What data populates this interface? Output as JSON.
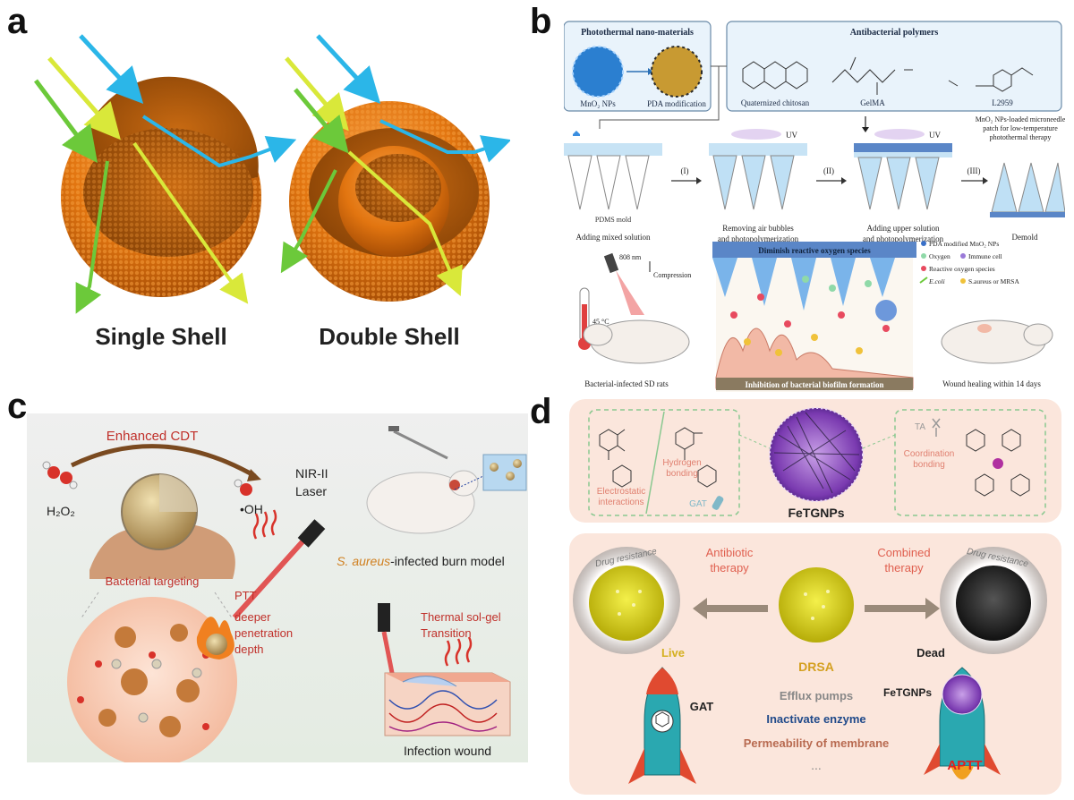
{
  "panel_a": {
    "letter": "a",
    "single_label": "Single Shell",
    "double_label": "Double Shell"
  },
  "panel_b": {
    "letter": "b",
    "box1_title": "Photothermal nano-materials",
    "box1_np": "MnO₂ NPs",
    "box1_pda": "PDA modification",
    "box2_title": "Antibacterial polymers",
    "polymer1": "Quaternized chitosan",
    "polymer2": "GelMA",
    "polymer3": "L2959",
    "uv1": "UV",
    "uv2": "UV",
    "step1": "(I)",
    "step2": "(II)",
    "step3": "(III)",
    "mold": "PDMS mold",
    "cap1": "Adding mixed solution",
    "cap2a": "Removing air bubbles",
    "cap2b": "and photopolymerization",
    "cap3a": "Adding upper solution",
    "cap3b": "and photopolymerization",
    "cap4": "Demold",
    "patch_a": "MnO₂ NPs-loaded microneedle",
    "patch_b": "patch for low-temperature",
    "patch_c": "photothermal therapy",
    "diminish": "Diminish reactive oxygen species",
    "inhibition": "Inhibition of bacterial biofilm formation",
    "laser": "808 nm",
    "compression": "Compression",
    "temp": "45 °C",
    "rats": "Bacterial-infected SD rats",
    "healing": "Wound healing within 14 days",
    "legend": [
      "PDA modified MnO₂ NPs",
      "Oxygen",
      "Immune cell",
      "Reactive oxygen species",
      "E.coli",
      "S.aureus or MRSA"
    ]
  },
  "panel_c": {
    "letter": "c",
    "cdt": "Enhanced CDT",
    "h2o2": "H₂O₂",
    "oh": "•OH",
    "nir1": "NIR-II",
    "nir2": "Laser",
    "targeting": "Bacterial targeting",
    "ptt": "PTT",
    "deeper1": "deeper",
    "deeper2": "penetration",
    "deeper3": "depth",
    "model_italic": "S. aureus",
    "model_rest": "-infected burn model",
    "solgel1": "Thermal sol-gel",
    "solgel2": "Transition",
    "wound": "Infection wound"
  },
  "panel_d": {
    "letter": "d",
    "electro1": "Electrostatic",
    "electro2": "interactions",
    "hbond1": "Hydrogen",
    "hbond2": "bonding",
    "gat_small": "GAT",
    "ta": "TA",
    "coord1": "Coordination",
    "coord2": "bonding",
    "fetgnps": "FeTGNPs",
    "drug_res_left": "Drug resistance",
    "drug_res_right": "Drug resistance",
    "antibiotic1": "Antibiotic",
    "antibiotic2": "therapy",
    "combined1": "Combined",
    "combined2": "therapy",
    "live": "Live",
    "dead": "Dead",
    "drsa": "DRSA",
    "efflux": "Efflux pumps",
    "inactivate": "Inactivate enzyme",
    "permeability": "Permeability  of  membrane",
    "ellipsis": "...",
    "gat": "GAT",
    "fetgnps2": "FeTGNPs",
    "aptt": "APTT"
  }
}
